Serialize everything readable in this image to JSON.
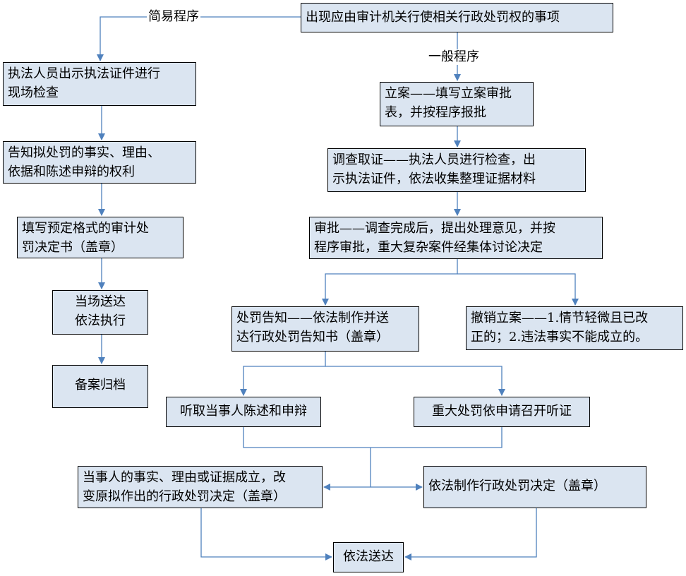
{
  "diagram": {
    "edge_color": "#4f81bd",
    "node_fill": "#dbe5f1",
    "branches": {
      "simple": "简易程序",
      "general": "一般程序"
    },
    "nodes": {
      "start": "出现应由审计机关行使相关行政处罚权的事项",
      "s1": "执法人员出示执法证件进行\n现场检查",
      "s2": "告知拟处罚的事实、理由、\n依据和陈述申辩的权利",
      "s3": "填写预定格式的审计处\n罚决定书（盖章）",
      "s4": "当场送达\n依法执行",
      "s5": "备案归档",
      "g1": "立案——填写立案审批\n表，并按程序报批",
      "g2": "调查取证——执法人员进行检查，出\n示执法证件，依法收集整理证据材料",
      "g3": "审批——调查完成后，提出处理意见，并按\n程序审批，重大复杂案件经集体讨论决定",
      "g4": "处罚告知——依法制作并送\n达行政处罚告知书（盖章）",
      "g5": "撤销立案——1.情节轻微且已改\n正的；2.违法事实不能成立的。",
      "g6": "听取当事人陈述和申辩",
      "g7": "重大处罚依申请召开听证",
      "g8": "当事人的事实、理由或证据成立，改\n变原拟作出的行政处罚决定（盖章）",
      "g9": "依法制作行政处罚决定（盖章）",
      "end": "依法送达"
    }
  }
}
